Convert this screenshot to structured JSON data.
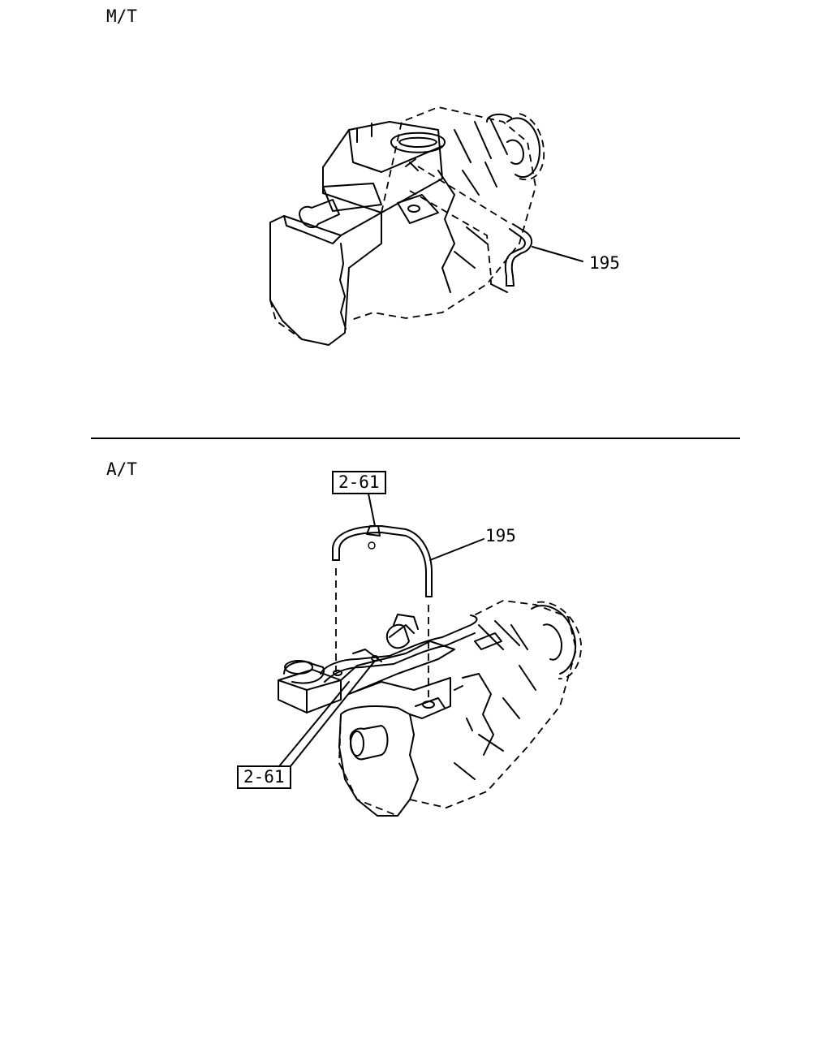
{
  "sections": [
    {
      "id": "mt",
      "title": "M/T",
      "callouts": [
        {
          "text": "195",
          "boxed": false
        }
      ]
    },
    {
      "id": "at",
      "title": "A/T",
      "callouts": [
        {
          "text": "2-61",
          "boxed": true
        },
        {
          "text": "195",
          "boxed": false
        },
        {
          "text": "2-61",
          "boxed": true
        }
      ]
    }
  ]
}
